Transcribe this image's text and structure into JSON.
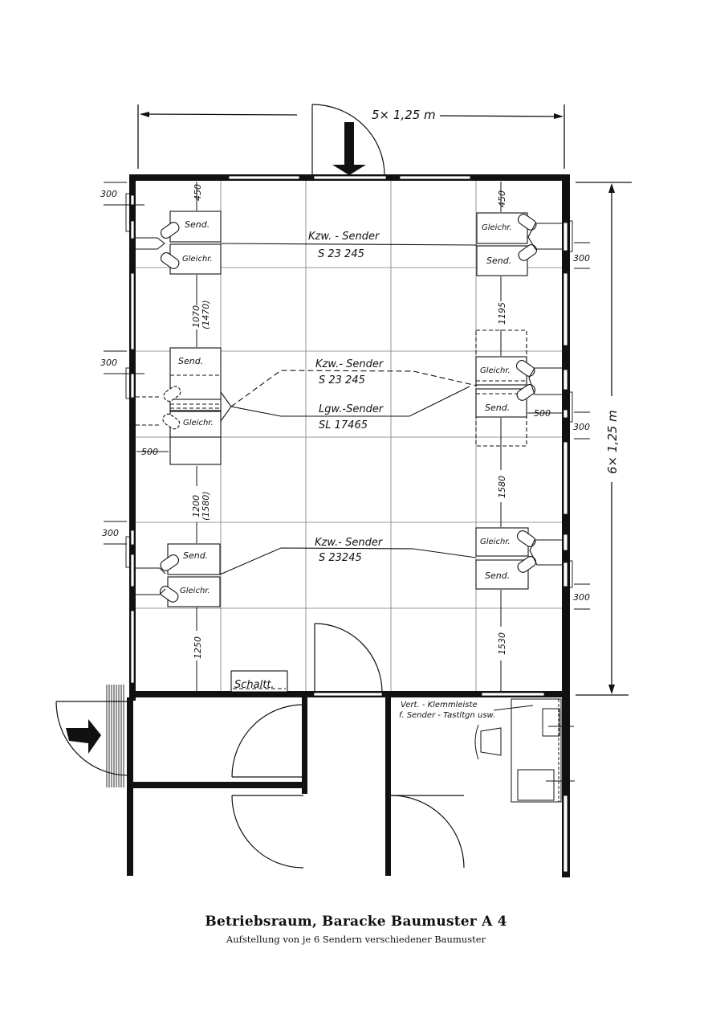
{
  "drawing": {
    "title": "Betriebsraum, Baracke Baumuster A 4",
    "subtitle": "Aufstellung von je 6 Sendern verschiedener Baumuster",
    "dimensions": {
      "width_total": "5× 1,25 m",
      "height_total": "6× 1,25 m"
    },
    "left_column": {
      "top_clearance": "450",
      "window_offsets": [
        "300",
        "300",
        "300"
      ],
      "gap_1": "1070",
      "gap_1_alt": "(1470)",
      "gap_2": "1200",
      "gap_2_alt": "(1580)",
      "gap_bottom": "1250",
      "side_clearance": "500",
      "units": [
        {
          "top": "Send.",
          "bottom": "Gleichr."
        },
        {
          "top": "Send.",
          "bottom": "Gleichr."
        },
        {
          "top": "Send.",
          "bottom": "Gleichr."
        }
      ]
    },
    "right_column": {
      "top_clearance": "450",
      "window_offsets": [
        "300",
        "300",
        "300"
      ],
      "gap_1": "1195",
      "gap_2": "1580",
      "gap_bottom": "1530",
      "side_clearance": "500",
      "units": [
        {
          "top": "Gleichr.",
          "bottom": "Send."
        },
        {
          "top": "Gleichr.",
          "bottom": "Send."
        },
        {
          "top": "Gleichr.",
          "bottom": "Send."
        }
      ]
    },
    "transmitter_rows": [
      {
        "type": "Kzw. - Sender",
        "model": "S 23 245"
      },
      {
        "type": "Kzw.- Sender",
        "model": "S 23 245"
      },
      {
        "type": "Lgw.-Sender",
        "model": "SL 17465"
      },
      {
        "type": "Kzw.- Sender",
        "model": "S 23245"
      }
    ],
    "switchboard": "Schaltt.",
    "terminal_strip_line1": "Vert. - Klemmleiste",
    "terminal_strip_line2": "f. Sender - Tastltgn usw.",
    "icons": {
      "entry_top": "arrow-down-icon",
      "entry_left": "arrow-right-icon"
    },
    "colors": {
      "ink": "#111111",
      "paper": "#ffffff",
      "grid": "#8a8a8a"
    }
  }
}
